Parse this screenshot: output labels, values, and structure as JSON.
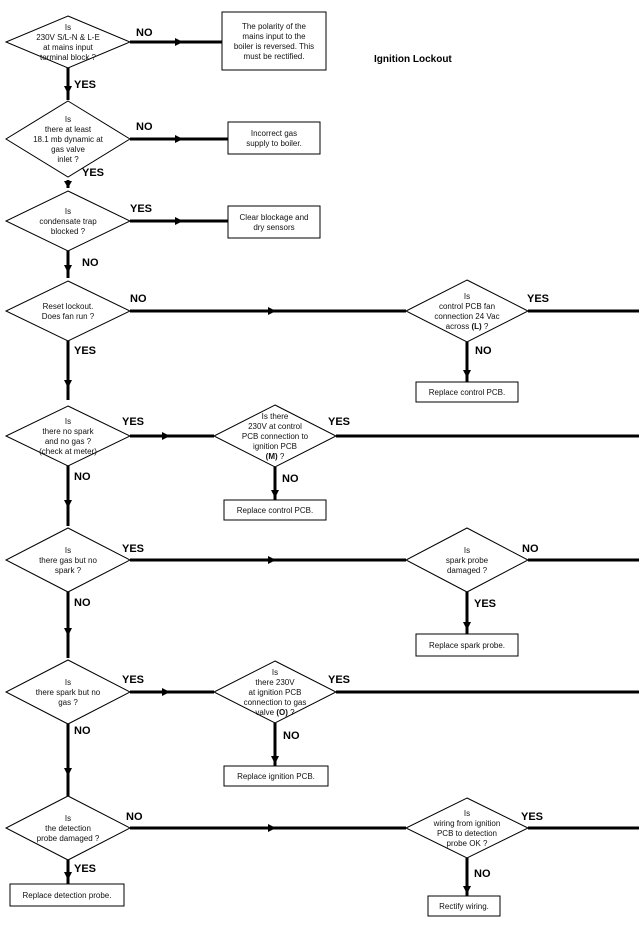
{
  "title": "Ignition Lockout",
  "decisions": [
    {
      "id": "d1",
      "lines": [
        "Is",
        "230V S/L-N & L-E",
        "at mains input",
        "terminal block ?"
      ]
    },
    {
      "id": "d2",
      "lines": [
        "Is",
        "there at least",
        "18.1 mb dynamic at",
        "gas valve",
        "inlet ?"
      ]
    },
    {
      "id": "d3",
      "lines": [
        "Is",
        "condensate trap",
        "blocked ?"
      ]
    },
    {
      "id": "d4",
      "lines": [
        "Reset lockout.",
        "Does fan run ?"
      ]
    },
    {
      "id": "d5",
      "lines": [
        "Is",
        "control PCB fan",
        "connection 24 Vac",
        "across (L) ?"
      ]
    },
    {
      "id": "d6",
      "lines": [
        "Is",
        "there no spark",
        "and no gas ?",
        "(check at meter)"
      ]
    },
    {
      "id": "d7",
      "lines": [
        "Is there",
        "230V at control",
        "PCB connection to",
        "ignition PCB",
        "(M) ?"
      ]
    },
    {
      "id": "d8",
      "lines": [
        "Is",
        "there gas but no",
        "spark ?"
      ]
    },
    {
      "id": "d9",
      "lines": [
        "Is",
        "spark probe",
        "damaged ?"
      ]
    },
    {
      "id": "d10",
      "lines": [
        "Is",
        "there spark but no",
        "gas ?"
      ]
    },
    {
      "id": "d11",
      "lines": [
        "Is",
        "there 230V",
        "at ignition PCB",
        "connection to gas",
        "valve (O) ?"
      ]
    },
    {
      "id": "d12",
      "lines": [
        "Is",
        "the detection",
        "probe damaged ?"
      ]
    },
    {
      "id": "d13",
      "lines": [
        "Is",
        "wiring from ignition",
        "PCB to detection",
        "probe OK ?"
      ]
    }
  ],
  "actions": [
    {
      "id": "a1",
      "lines": [
        "The polarity of the",
        "mains input to the",
        "boiler is reversed. This",
        "must be rectified."
      ]
    },
    {
      "id": "a2",
      "lines": [
        "Incorrect gas",
        "supply to boiler."
      ]
    },
    {
      "id": "a3",
      "lines": [
        "Clear blockage and",
        "dry sensors"
      ]
    },
    {
      "id": "a4",
      "lines": [
        "Replace control PCB."
      ]
    },
    {
      "id": "a5",
      "lines": [
        "Replace control PCB."
      ]
    },
    {
      "id": "a6",
      "lines": [
        "Replace spark probe."
      ]
    },
    {
      "id": "a7",
      "lines": [
        "Replace ignition PCB."
      ]
    },
    {
      "id": "a8",
      "lines": [
        "Replace detection probe."
      ]
    },
    {
      "id": "a9",
      "lines": [
        "Rectify wiring."
      ]
    }
  ],
  "edge_labels": {
    "yes": "YES",
    "no": "NO"
  }
}
